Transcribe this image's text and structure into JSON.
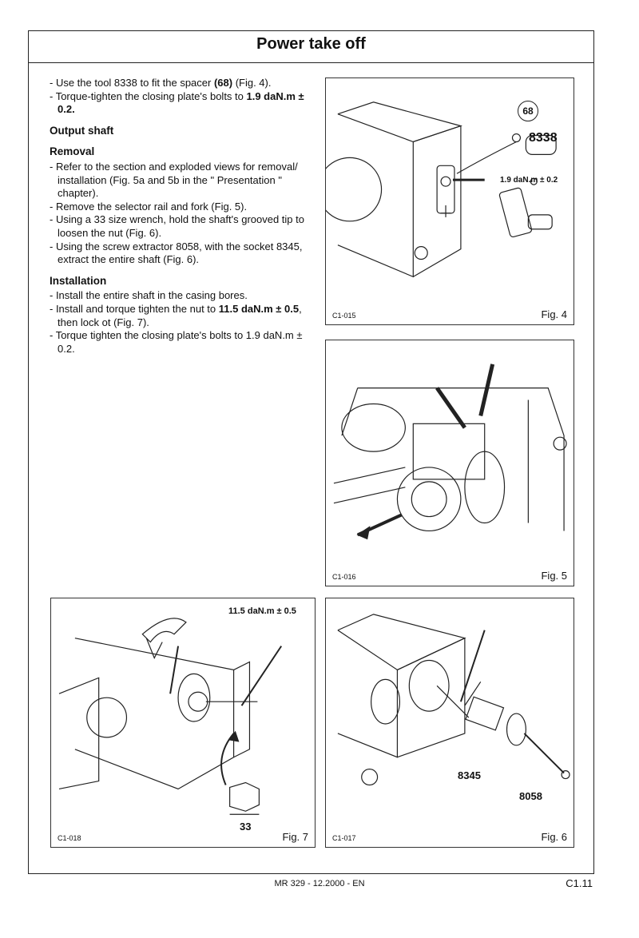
{
  "title": "Power take off",
  "intro": [
    {
      "text": "- Use the tool 8338 to fit the spacer ",
      "bold": "(68)",
      "after": " (Fig. 4)."
    },
    {
      "text": "- Torque-tighten the closing plate's bolts to ",
      "bold": "1.9 daN.m ± 0.2.",
      "after": ""
    }
  ],
  "section_title": "Output shaft",
  "removal": {
    "heading": "Removal",
    "items": [
      "- Refer to the section and exploded views for removal/ installation (Fig. 5a and 5b in the \" Presentation \" chapter).",
      "- Remove the selector rail and fork (Fig. 5).",
      "- Using a 33 size wrench, hold the shaft's grooved tip to loosen the nut (Fig. 6).",
      "- Using the screw extractor 8058, with the socket 8345, extract the entire shaft (Fig. 6)."
    ]
  },
  "installation": {
    "heading": "Installation",
    "item1": "- Install the entire shaft in the casing bores.",
    "item2": {
      "text": "- Install and torque tighten the nut to ",
      "bold": "11.5 daN.m ± 0.5",
      "after": ", then lock ot (Fig. 7)."
    },
    "item3": "- Torque tighten the closing plate's bolts to 1.9 daN.m ± 0.2."
  },
  "figures": {
    "fig4": {
      "code": "C1-015",
      "label": "Fig. 4",
      "callout": "68",
      "tool": "8338",
      "torque": "1.9 daN.m ± 0.2"
    },
    "fig5": {
      "code": "C1-016",
      "label": "Fig. 5"
    },
    "fig7": {
      "code": "C1-018",
      "label": "Fig. 7",
      "torque": "11.5 daN.m ± 0.5",
      "wrench": "33"
    },
    "fig6": {
      "code": "C1-017",
      "label": "Fig. 6",
      "socket": "8345",
      "extractor": "8058"
    }
  },
  "footer": {
    "doc": "MR 329 - 12.2000 - EN",
    "page": "C1.11"
  }
}
